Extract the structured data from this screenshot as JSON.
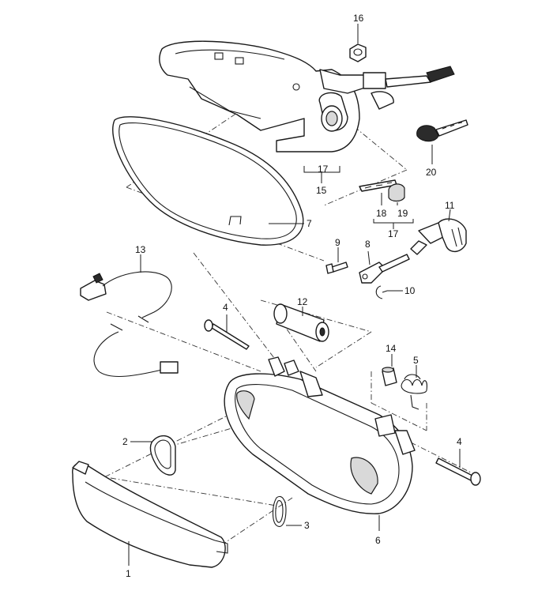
{
  "diagram": {
    "callouts": {
      "p1": "1",
      "p2": "2",
      "p3": "3",
      "p4a": "4",
      "p4b": "4",
      "p5": "5",
      "p6": "6",
      "p7": "7",
      "p8": "8",
      "p9": "9",
      "p10": "10",
      "p11": "11",
      "p12": "12",
      "p13": "13",
      "p14": "14",
      "p15": "15",
      "p16": "16",
      "p17a": "17",
      "p17b": "17",
      "p18": "18",
      "p19": "19",
      "p20": "20"
    }
  }
}
